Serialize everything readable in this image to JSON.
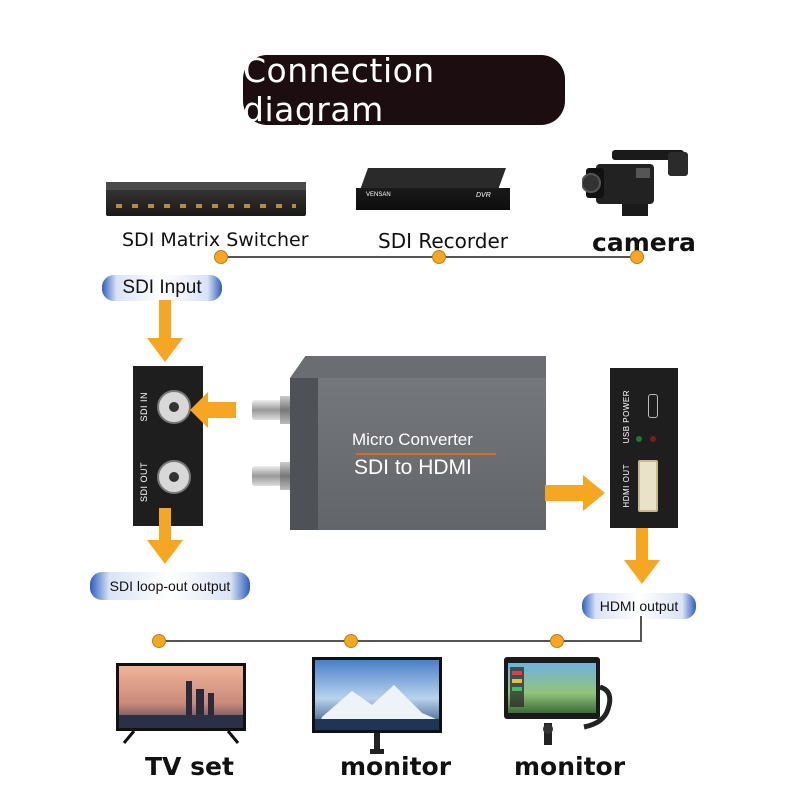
{
  "title": "Connection diagram",
  "sources": {
    "matrix_switcher": "SDI Matrix Switcher",
    "recorder": "SDI Recorder",
    "camera": "camera",
    "recorder_brand": "VENSAN",
    "recorder_badge": "DVR"
  },
  "sdi_input_label": "SDI Input",
  "left_panel": {
    "sdi_in": "SDI IN",
    "sdi_out": "SDI OUT"
  },
  "converter": {
    "line1": "Micro Converter",
    "line2": "SDI to HDMI"
  },
  "right_panel": {
    "usb_power": "USB POWER",
    "hdmi_out": "HDMI OUT"
  },
  "loop_out_label": "SDI loop-out output",
  "hdmi_output_label": "HDMI output",
  "outputs": {
    "tv": "TV set",
    "monitor1": "monitor",
    "monitor2": "monitor"
  },
  "colors": {
    "arrow": "#f5a623",
    "title_bg": "#1c0e10",
    "pill_blue": "#2f5dbd"
  }
}
